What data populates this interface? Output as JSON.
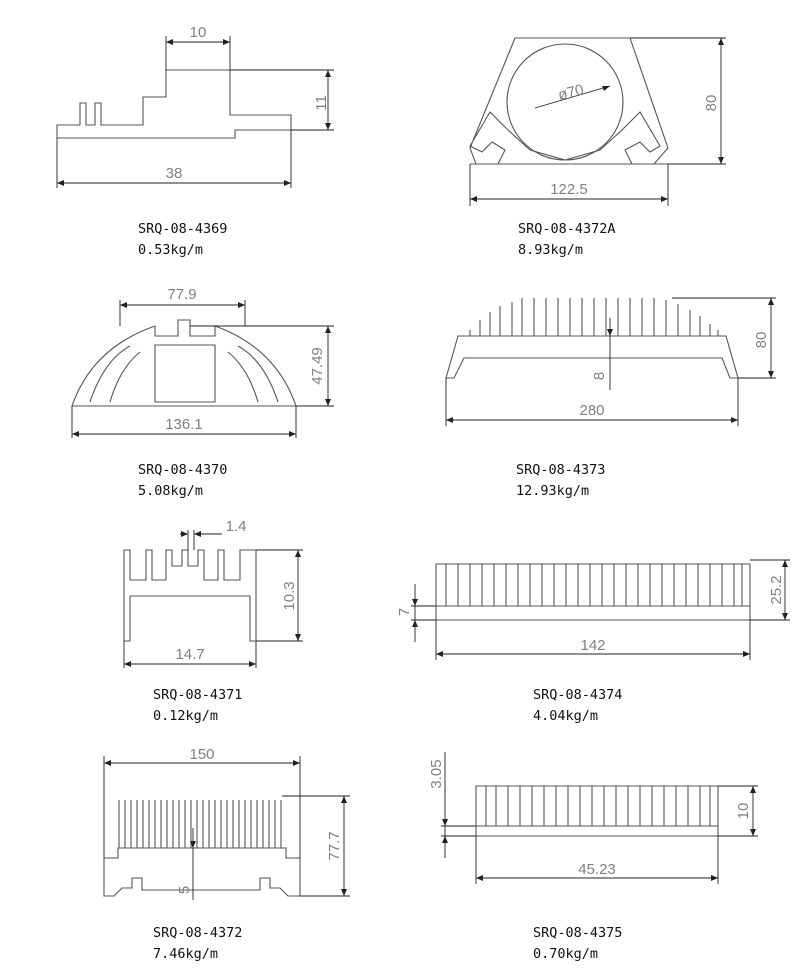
{
  "profiles": [
    {
      "code": "SRQ-08-4369",
      "weight": "0.53kg/m",
      "dims": [
        "10",
        "11",
        "38"
      ]
    },
    {
      "code": "SRQ-08-4372A",
      "weight": "8.93kg/m",
      "dims": [
        "ø70",
        "80",
        "122.5"
      ]
    },
    {
      "code": "SRQ-08-4370",
      "weight": "5.08kg/m",
      "dims": [
        "77.9",
        "47.49",
        "136.1"
      ]
    },
    {
      "code": "SRQ-08-4373",
      "weight": "12.93kg/m",
      "dims": [
        "80",
        "8",
        "280"
      ]
    },
    {
      "code": "SRQ-08-4371",
      "weight": "0.12kg/m",
      "dims": [
        "1.4",
        "10.3",
        "14.7"
      ]
    },
    {
      "code": "SRQ-08-4374",
      "weight": "4.04kg/m",
      "dims": [
        "7",
        "25.2",
        "142"
      ]
    },
    {
      "code": "SRQ-08-4372",
      "weight": "7.46kg/m",
      "dims": [
        "150",
        "77.7",
        "5"
      ]
    },
    {
      "code": "SRQ-08-4375",
      "weight": "0.70kg/m",
      "dims": [
        "3.05",
        "10",
        "45.23"
      ]
    }
  ]
}
